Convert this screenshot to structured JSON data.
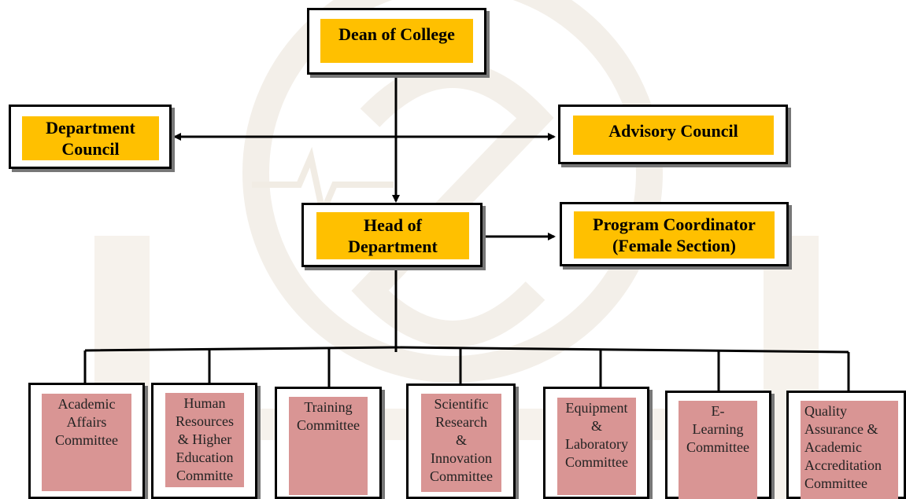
{
  "chart_data": {
    "type": "org_chart",
    "nodes": [
      {
        "id": "dean",
        "label": "Dean of College"
      },
      {
        "id": "dept_council",
        "label": "Department Council"
      },
      {
        "id": "advisory",
        "label": "Advisory Council"
      },
      {
        "id": "head",
        "label": "Head of Department"
      },
      {
        "id": "program_coord",
        "label": "Program Coordinator (Female Section)"
      },
      {
        "id": "c1",
        "label": "Academic Affairs Committee"
      },
      {
        "id": "c2",
        "label": "Human Resources & Higher Education Committe"
      },
      {
        "id": "c3",
        "label": "Training Committee"
      },
      {
        "id": "c4",
        "label": "Scientific Research & Innovation Committee"
      },
      {
        "id": "c5",
        "label": "Equipment & Laboratory Committee"
      },
      {
        "id": "c6",
        "label": "E-Learning Committee"
      },
      {
        "id": "c7",
        "label": "Quality Assurance & Academic Accreditation Committee"
      }
    ],
    "edges": [
      [
        "dean",
        "head"
      ],
      [
        "dean",
        "dept_council"
      ],
      [
        "dean",
        "advisory"
      ],
      [
        "head",
        "program_coord"
      ],
      [
        "head",
        "c1"
      ],
      [
        "head",
        "c2"
      ],
      [
        "head",
        "c3"
      ],
      [
        "head",
        "c4"
      ],
      [
        "head",
        "c5"
      ],
      [
        "head",
        "c6"
      ],
      [
        "head",
        "c7"
      ]
    ]
  },
  "top": {
    "dean": "Dean of College",
    "dept_council_1": "Department",
    "dept_council_2": "Council",
    "advisory": "Advisory Council",
    "head_1": "Head of",
    "head_2": "Department",
    "program_1": "Program Coordinator",
    "program_2": "(Female Section)"
  },
  "committees": {
    "c1": [
      "Academic",
      "Affairs",
      "Committee"
    ],
    "c2": [
      "Human",
      "Resources",
      "& Higher",
      "Education",
      "Committe"
    ],
    "c3": [
      "Training",
      "Committee"
    ],
    "c4": [
      "Scientific",
      "Research",
      "&",
      "Innovation",
      "Committee"
    ],
    "c5": [
      "Equipment",
      "&",
      "Laboratory",
      "Committee"
    ],
    "c6": [
      "E-",
      "Learning",
      "Committee"
    ],
    "c7": [
      "Quality",
      "Assurance &",
      "Academic",
      "Accreditation",
      "Committee"
    ]
  },
  "colors": {
    "top_fill": "#ffc000",
    "committee_fill": "#d99594",
    "border": "#000000",
    "shadow": "#777777",
    "watermark": "#f3efe9"
  }
}
